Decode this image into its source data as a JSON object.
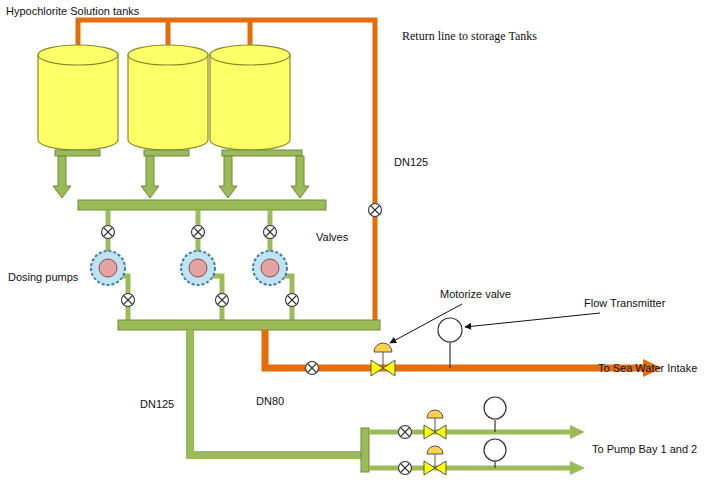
{
  "diagram": {
    "labels": [
      "Hypochlorite Solution tanks",
      "Return line to storage Tanks",
      "DN125",
      "Valves",
      "Motorize valve",
      "Flow Transmitter",
      "Dosing pumps",
      "To Sea Water Intake",
      "DN125",
      "DN80",
      "To Pump Bay 1 and 2"
    ]
  }
}
